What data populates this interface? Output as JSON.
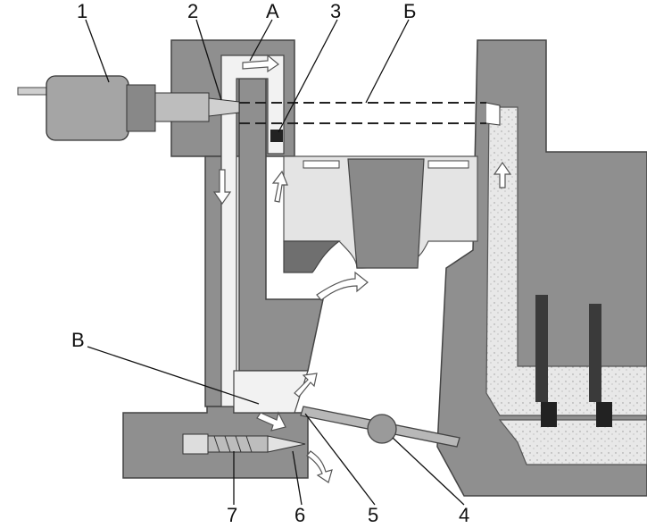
{
  "labels": {
    "n1": "1",
    "n2": "2",
    "nA": "А",
    "n3": "3",
    "nB": "Б",
    "nV": "В",
    "n4": "4",
    "n5": "5",
    "n6": "6",
    "n7": "7"
  },
  "colors": {
    "body": "#8f8f8f",
    "channel": "#f2f2f2",
    "dark": "#6f6f6f",
    "background": "#ffffff"
  }
}
